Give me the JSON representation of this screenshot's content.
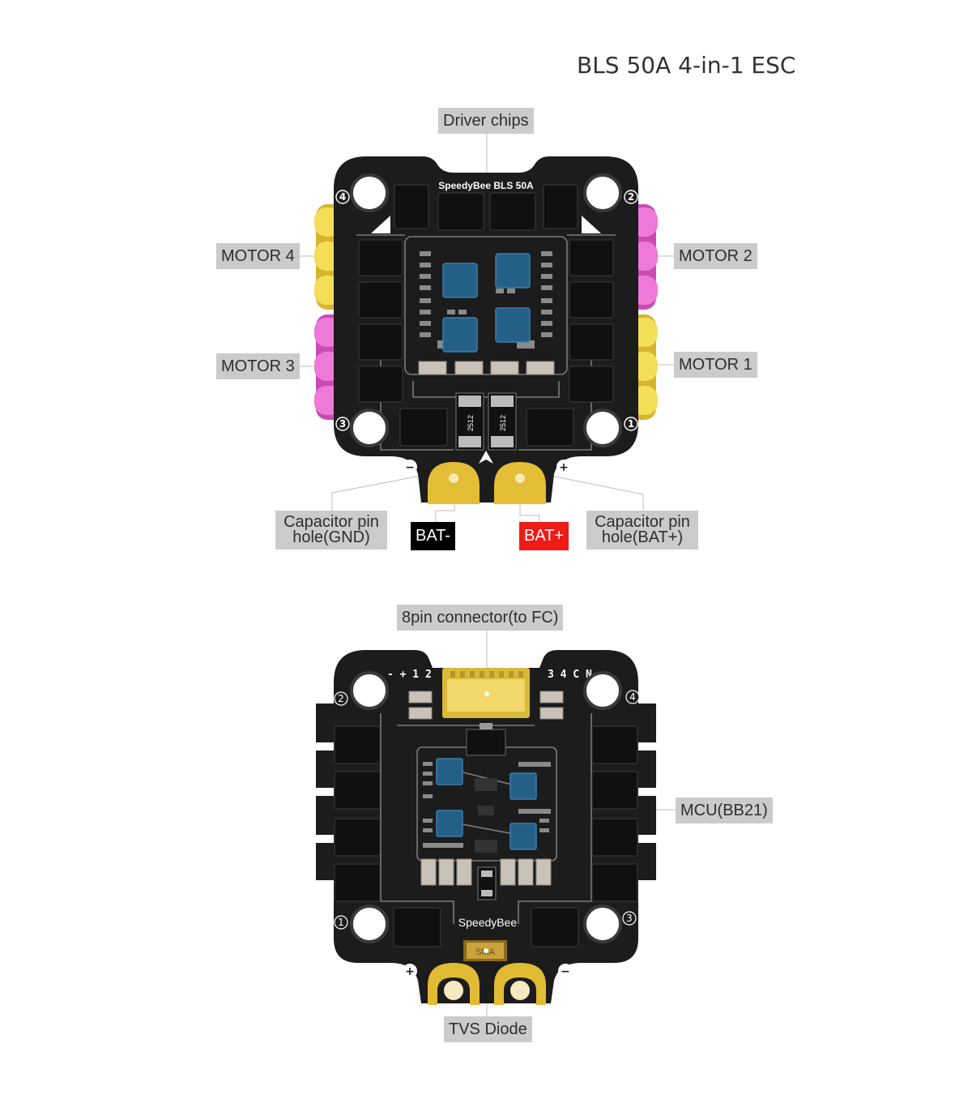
{
  "title": "BLS 50A 4-in-1 ESC",
  "top_board": {
    "brand_label": "SpeedyBee BLS 50A",
    "resistor_label": "2512",
    "corner_numbers": [
      "4",
      "2",
      "3",
      "1"
    ],
    "callouts": {
      "driver_chips": "Driver chips",
      "motor4": "MOTOR 4",
      "motor2": "MOTOR 2",
      "motor3": "MOTOR 3",
      "motor1": "MOTOR 1",
      "cap_gnd_line1": "Capacitor pin",
      "cap_gnd_line2": "hole(GND)",
      "bat_minus": "BAT-",
      "bat_plus": "BAT+",
      "cap_bat_line1": "Capacitor pin",
      "cap_bat_line2": "hole(BAT+)"
    },
    "polarity": {
      "minus": "−",
      "plus": "+"
    }
  },
  "bottom_board": {
    "brand_label": "SpeedyBee",
    "silk_left": "- + 1 2",
    "silk_right": "3 4 C N",
    "tvs_label": "SMA",
    "corner_numbers": [
      "2",
      "4",
      "1",
      "3"
    ],
    "callouts": {
      "connector": "8pin connector(to FC)",
      "mcu": "MCU(BB21)",
      "tvs": "TVS Diode"
    },
    "polarity": {
      "plus": "+",
      "minus": "−"
    }
  },
  "colors": {
    "board": "#1c1c1c",
    "copper_gold": "#e2bb35",
    "motor_yellow": "#f3dc55",
    "motor_pink": "#ea6fcf",
    "chip_blue": "#215f86",
    "callout_bg": "#cbcbcb",
    "bat_minus_bg": "#000000",
    "bat_plus_bg": "#ee1b16"
  }
}
